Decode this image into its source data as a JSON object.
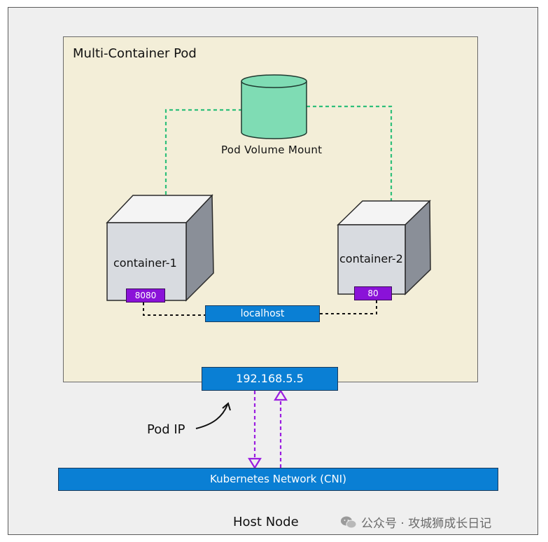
{
  "diagram": {
    "pod_title": "Multi-Container Pod",
    "volume_label": "Pod Volume Mount",
    "container_1": {
      "name": "container-1",
      "port": "8080"
    },
    "container_2": {
      "name": "container-2",
      "port": "80"
    },
    "localhost_label": "localhost",
    "pod_ip": "192.168.5.5",
    "pod_ip_label": "Pod IP",
    "network_label": "Kubernetes Network (CNI)",
    "host_label": "Host Node"
  },
  "watermark": {
    "text": "公众号 · 攻城狮成长日记",
    "icon": "wechat-icon"
  },
  "colors": {
    "volume": "#7fdcb4",
    "bar": "#0a7fd4",
    "port": "#8a12d8",
    "volume_link": "#2fbf7a",
    "traffic": "#9b1ee0"
  }
}
